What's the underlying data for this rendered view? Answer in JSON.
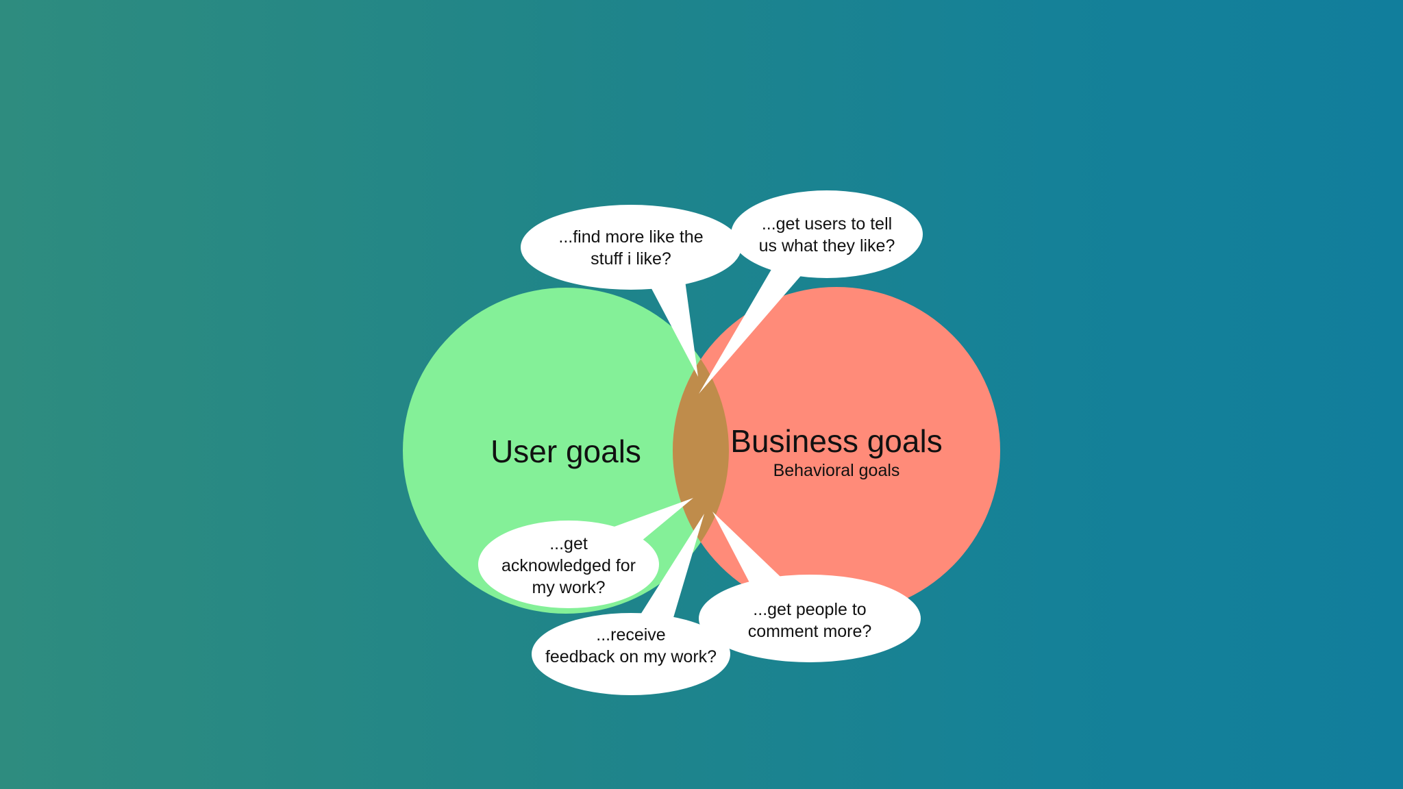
{
  "colors": {
    "user_circle": "#84f098",
    "business_circle": "#ff8b79",
    "overlap": "#bf8c4b",
    "bubble": "#ffffff",
    "text": "#111111"
  },
  "diagram": {
    "type": "venn",
    "circles": {
      "user": {
        "label": "User goals"
      },
      "business": {
        "label": "Business goals",
        "sublabel": "Behavioral goals"
      }
    },
    "bubbles": {
      "find_more": {
        "lines": [
          "...find more like the",
          "stuff i like?"
        ]
      },
      "get_users": {
        "lines": [
          "...get users to tell",
          "us what they like?"
        ]
      },
      "acknowledged": {
        "lines": [
          "...get",
          "acknowledged for",
          "my work?"
        ]
      },
      "receive_feedback": {
        "lines": [
          "...receive",
          "feedback on my work?"
        ]
      },
      "get_people": {
        "lines": [
          "...get people to",
          "comment more?"
        ]
      }
    }
  }
}
